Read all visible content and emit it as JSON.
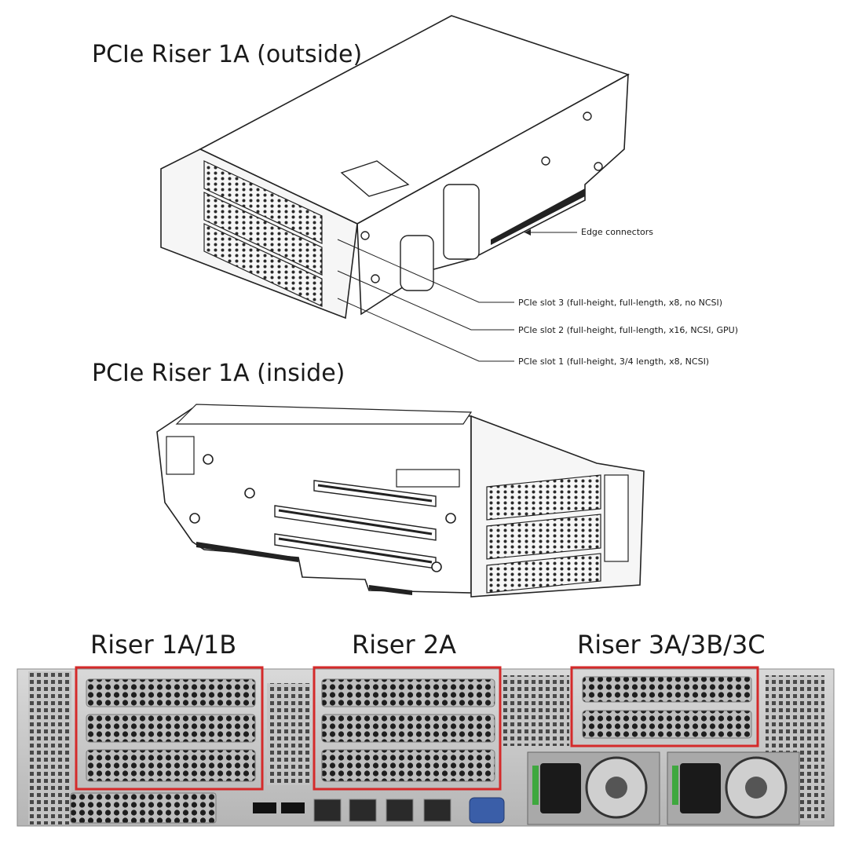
{
  "titles": {
    "outside": "PCIe Riser 1A (outside)",
    "inside": "PCIe Riser 1A (inside)"
  },
  "callouts": {
    "edge_connectors": "Edge connectors",
    "slot3": "PCIe slot 3 (full-height, full-length, x8, no NCSI)",
    "slot2": "PCIe slot 2 (full-height, full-length, x16, NCSI, GPU)",
    "slot1": "PCIe slot 1 (full-height, 3/4 length, x8, NCSI)"
  },
  "rear_panel": {
    "labels": [
      "Riser 1A/1B",
      "Riser 2A",
      "Riser 3A/3B/3C"
    ],
    "highlight_color": "#d42a2a"
  }
}
